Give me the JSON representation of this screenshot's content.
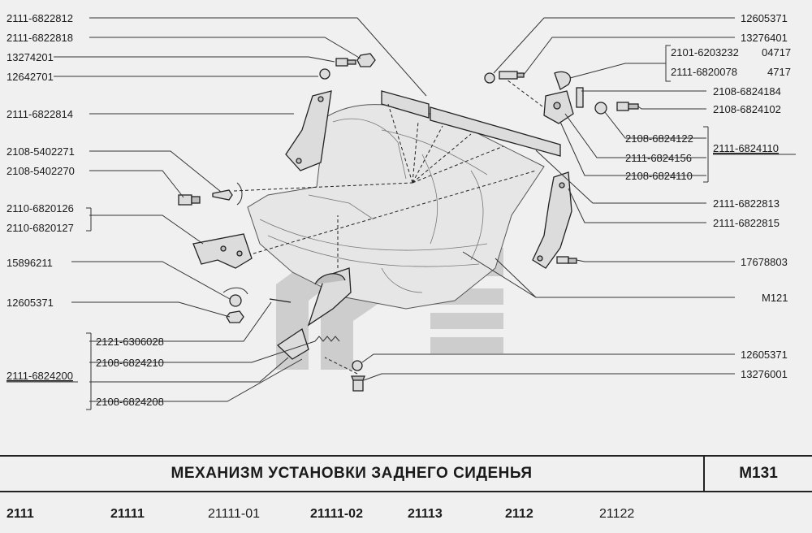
{
  "labels": {
    "l1": "2111-6822812",
    "l2": "2111-6822818",
    "l3": "13274201",
    "l4": "12642701",
    "l5": "2111-6822814",
    "l6": "2108-5402271",
    "l7": "2108-5402270",
    "l8": "2110-6820126",
    "l9": "2110-6820127",
    "l10": "15896211",
    "l11": "12605371",
    "l12": "2121-6306028",
    "l13": "2108-6824210",
    "l14": "2111-6824200",
    "l15": "2108-6824208",
    "r1": "12605371",
    "r2": "13276401",
    "r3": "2101-6203232",
    "r3b": "04717",
    "r4": "2111-6820078",
    "r4b": "4717",
    "r5": "2108-6824184",
    "r6": "2108-6824102",
    "r7": "2108-6824122",
    "r8": "2111-6824110",
    "r9": "2111-6824156",
    "r10": "2108-6824110",
    "r11": "2111-6822813",
    "r12": "2111-6822815",
    "r13": "17678803",
    "r14": "M121",
    "r15": "12605371",
    "r16": "13276001"
  },
  "title": "МЕХАНИЗМ  УСТАНОВКИ  ЗАДНЕГО  СИДЕНЬЯ",
  "code": "M131",
  "models": [
    {
      "text": "2111",
      "bold": true
    },
    {
      "text": "21111",
      "bold": true
    },
    {
      "text": "21111-01",
      "bold": false
    },
    {
      "text": "21111-02",
      "bold": true
    },
    {
      "text": "21113",
      "bold": true
    },
    {
      "text": "2112",
      "bold": true
    },
    {
      "text": "21122",
      "bold": false
    }
  ]
}
